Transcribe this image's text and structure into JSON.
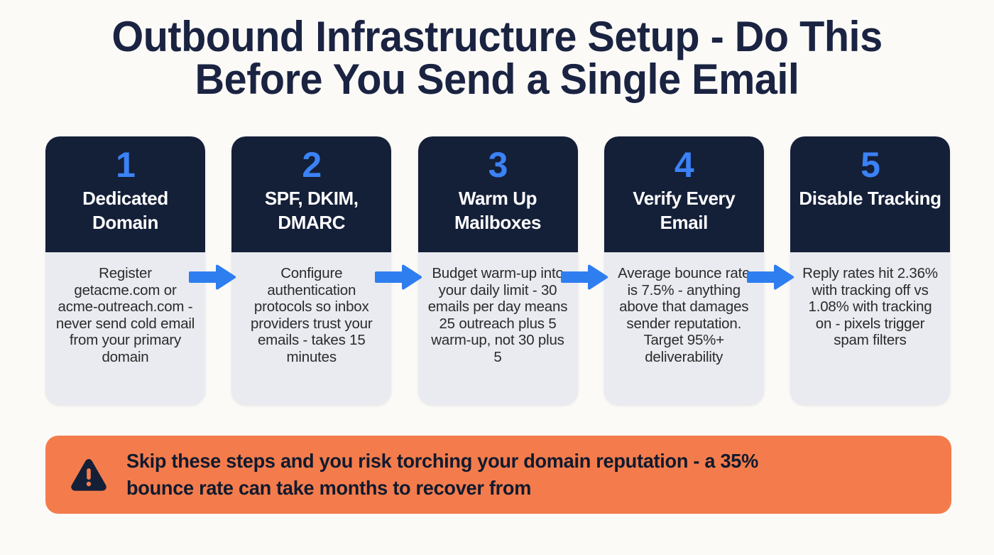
{
  "title": {
    "line1": "Outbound Infrastructure Setup - Do This",
    "line2": "Before You Send a Single Email"
  },
  "colors": {
    "background": "#fbfaf7",
    "title_text": "#1a2341",
    "card_header_bg": "#141f38",
    "card_body_bg": "#e9ebf0",
    "number_accent": "#3b82f6",
    "arrow": "#2f7ef0",
    "banner_bg": "#f47c4c",
    "banner_text": "#111a2e",
    "body_text": "#2b2b2b"
  },
  "steps": [
    {
      "number": "1",
      "title": "Dedicated Domain",
      "body": "Register getacme.com or acme-outreach.com - never send cold email from your primary domain"
    },
    {
      "number": "2",
      "title": "SPF, DKIM, DMARC",
      "body": "Configure authentication protocols so inbox providers trust your emails - takes 15 minutes"
    },
    {
      "number": "3",
      "title": "Warm Up Mailboxes",
      "body": "Budget warm-up into your daily limit - 30 emails per day means 25 outreach plus 5 warm-up, not 30 plus 5"
    },
    {
      "number": "4",
      "title": "Verify Every Email",
      "body": "Average bounce rate is 7.5% - anything above that damages sender reputation. Target 95%+ deliverability"
    },
    {
      "number": "5",
      "title": "Disable Tracking",
      "body": "Reply rates hit 2.36% with tracking off vs 1.08% with tracking on - pixels trigger spam filters"
    }
  ],
  "connectors": [
    {
      "icon": "arrow-right-icon"
    },
    {
      "icon": "arrow-right-icon"
    },
    {
      "icon": "arrow-right-icon"
    },
    {
      "icon": "arrow-right-icon"
    }
  ],
  "banner": {
    "icon": "warning-triangle-icon",
    "line1": "Skip these steps and you risk torching your domain reputation - a 35%",
    "line2": "bounce rate can take months to recover from"
  }
}
